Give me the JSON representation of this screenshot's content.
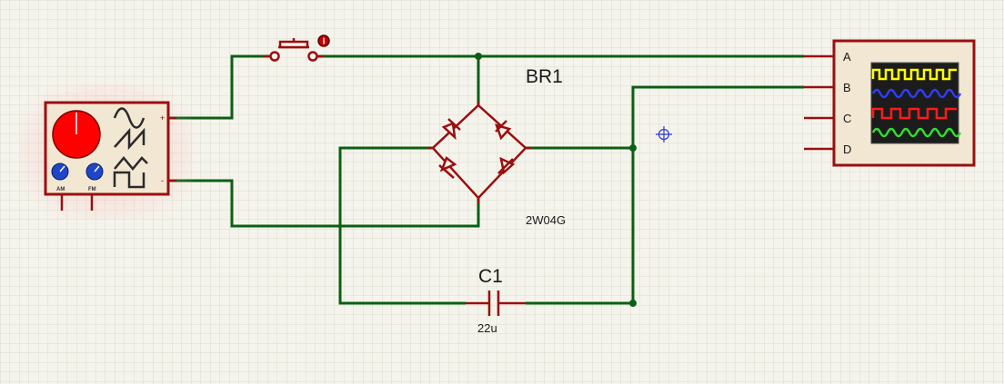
{
  "colors": {
    "background": "#f5f4ec",
    "grid_minor": "#dcdccf",
    "wire": "#0b5f14",
    "component": "#9b0f0f",
    "generator_body": "#f2e7d2",
    "knob_red": "#ff0000",
    "knob_blue": "#1f45c8",
    "scope_screen": "#1c1c1c",
    "trace_a": "#ffff00",
    "trace_b": "#2f3dff",
    "trace_c": "#ff1b1b",
    "trace_d": "#2fe02f",
    "cursor": "#2a3ad0"
  },
  "generator": {
    "knob_labels": [
      "AM",
      "FM"
    ],
    "terminal_plus": "+",
    "terminal_minus": "-",
    "wave_icons": [
      "sine-wave-icon",
      "sawtooth-wave-icon",
      "triangle-wave-icon",
      "square-wave-icon"
    ]
  },
  "bridge": {
    "ref": "BR1",
    "part": "2W04G"
  },
  "capacitor": {
    "ref": "C1",
    "value": "22u"
  },
  "switch": {
    "type": "push-button",
    "indicator": "red-dot-icon"
  },
  "oscilloscope": {
    "channels": [
      "A",
      "B",
      "C",
      "D"
    ]
  },
  "cursor": {
    "icon": "crosshair-icon"
  }
}
